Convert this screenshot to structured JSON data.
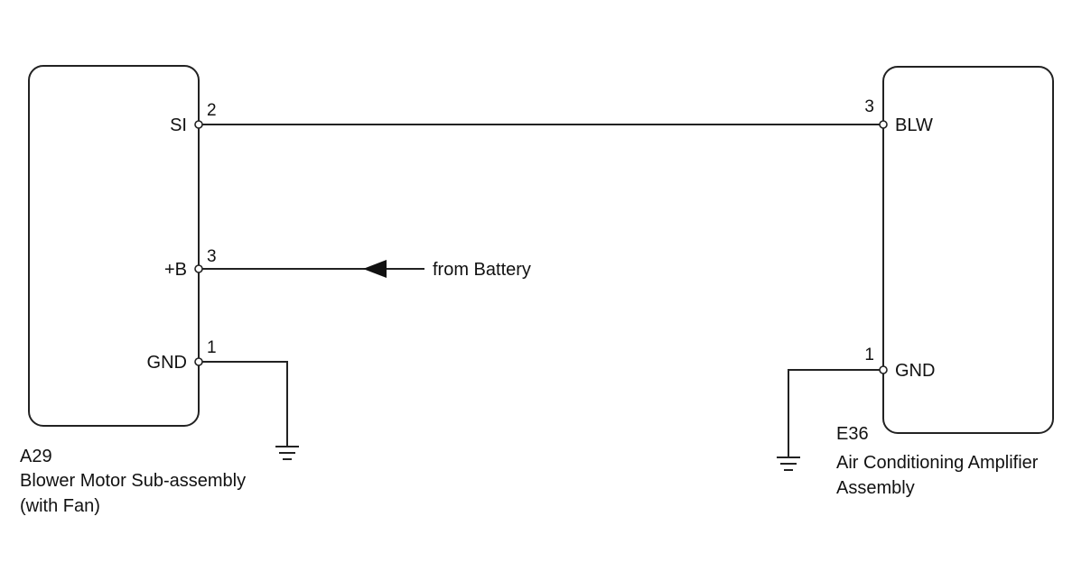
{
  "components": {
    "a29": {
      "code": "A29",
      "name_line1": "Blower Motor Sub-assembly",
      "name_line2": "(with Fan)",
      "pins": {
        "si": {
          "label": "SI",
          "number": "2"
        },
        "plus_b": {
          "label": "+B",
          "number": "3"
        },
        "gnd": {
          "label": "GND",
          "number": "1"
        }
      }
    },
    "e36": {
      "code": "E36",
      "name_line1": "Air Conditioning Amplifier",
      "name_line2": "Assembly",
      "pins": {
        "blw": {
          "label": "BLW",
          "number": "3"
        },
        "gnd": {
          "label": "GND",
          "number": "1"
        }
      }
    }
  },
  "battery_label": "from Battery",
  "colors": {
    "line": "#222222",
    "background": "#ffffff"
  }
}
